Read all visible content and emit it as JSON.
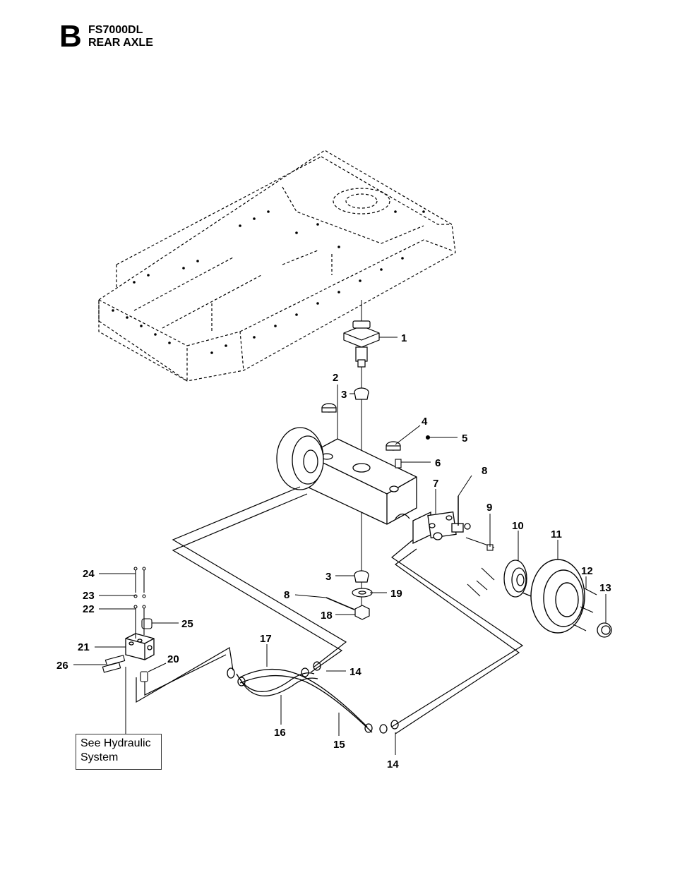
{
  "header": {
    "section_letter": "B",
    "model": "FS7000DL",
    "subtitle": "REAR AXLE"
  },
  "callouts": [
    {
      "id": "c1",
      "label": "1"
    },
    {
      "id": "c2",
      "label": "2"
    },
    {
      "id": "c3a",
      "label": "3"
    },
    {
      "id": "c3b",
      "label": "3"
    },
    {
      "id": "c4",
      "label": "4"
    },
    {
      "id": "c5",
      "label": "5"
    },
    {
      "id": "c6",
      "label": "6"
    },
    {
      "id": "c7",
      "label": "7"
    },
    {
      "id": "c8a",
      "label": "8"
    },
    {
      "id": "c8b",
      "label": "8"
    },
    {
      "id": "c9",
      "label": "9"
    },
    {
      "id": "c10",
      "label": "10"
    },
    {
      "id": "c11",
      "label": "11"
    },
    {
      "id": "c12",
      "label": "12"
    },
    {
      "id": "c13",
      "label": "13"
    },
    {
      "id": "c14a",
      "label": "14"
    },
    {
      "id": "c14b",
      "label": "14"
    },
    {
      "id": "c15",
      "label": "15"
    },
    {
      "id": "c16",
      "label": "16"
    },
    {
      "id": "c17",
      "label": "17"
    },
    {
      "id": "c18",
      "label": "18"
    },
    {
      "id": "c19",
      "label": "19"
    },
    {
      "id": "c20",
      "label": "20"
    },
    {
      "id": "c21",
      "label": "21"
    },
    {
      "id": "c22",
      "label": "22"
    },
    {
      "id": "c23",
      "label": "23"
    },
    {
      "id": "c24",
      "label": "24"
    },
    {
      "id": "c25",
      "label": "25"
    },
    {
      "id": "c26",
      "label": "26"
    }
  ],
  "note": {
    "line1": "See Hydraulic",
    "line2": "System"
  }
}
